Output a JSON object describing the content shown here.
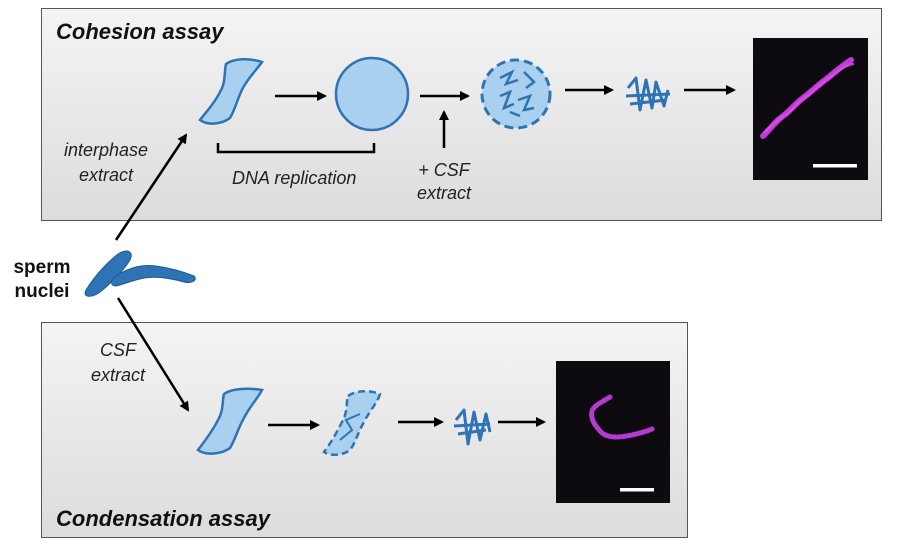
{
  "cohesion": {
    "title": "Cohesion assay",
    "replication_label": "DNA replication",
    "csf_line1": "+ CSF",
    "csf_line2": "extract",
    "interphase_line1": "interphase",
    "interphase_line2": "extract"
  },
  "condensation": {
    "title": "Condensation assay",
    "csf_line1": "CSF",
    "csf_line2": "extract"
  },
  "sperm": {
    "line1": "sperm",
    "line2": "nuclei"
  },
  "colors": {
    "nucleus_fill": "#a9d0ee",
    "nucleus_stroke": "#2e74b5",
    "chromatin": "#2e74b5",
    "chromosome_stain": "#c03ad8",
    "micrograph_bg": "#0d0a10"
  }
}
